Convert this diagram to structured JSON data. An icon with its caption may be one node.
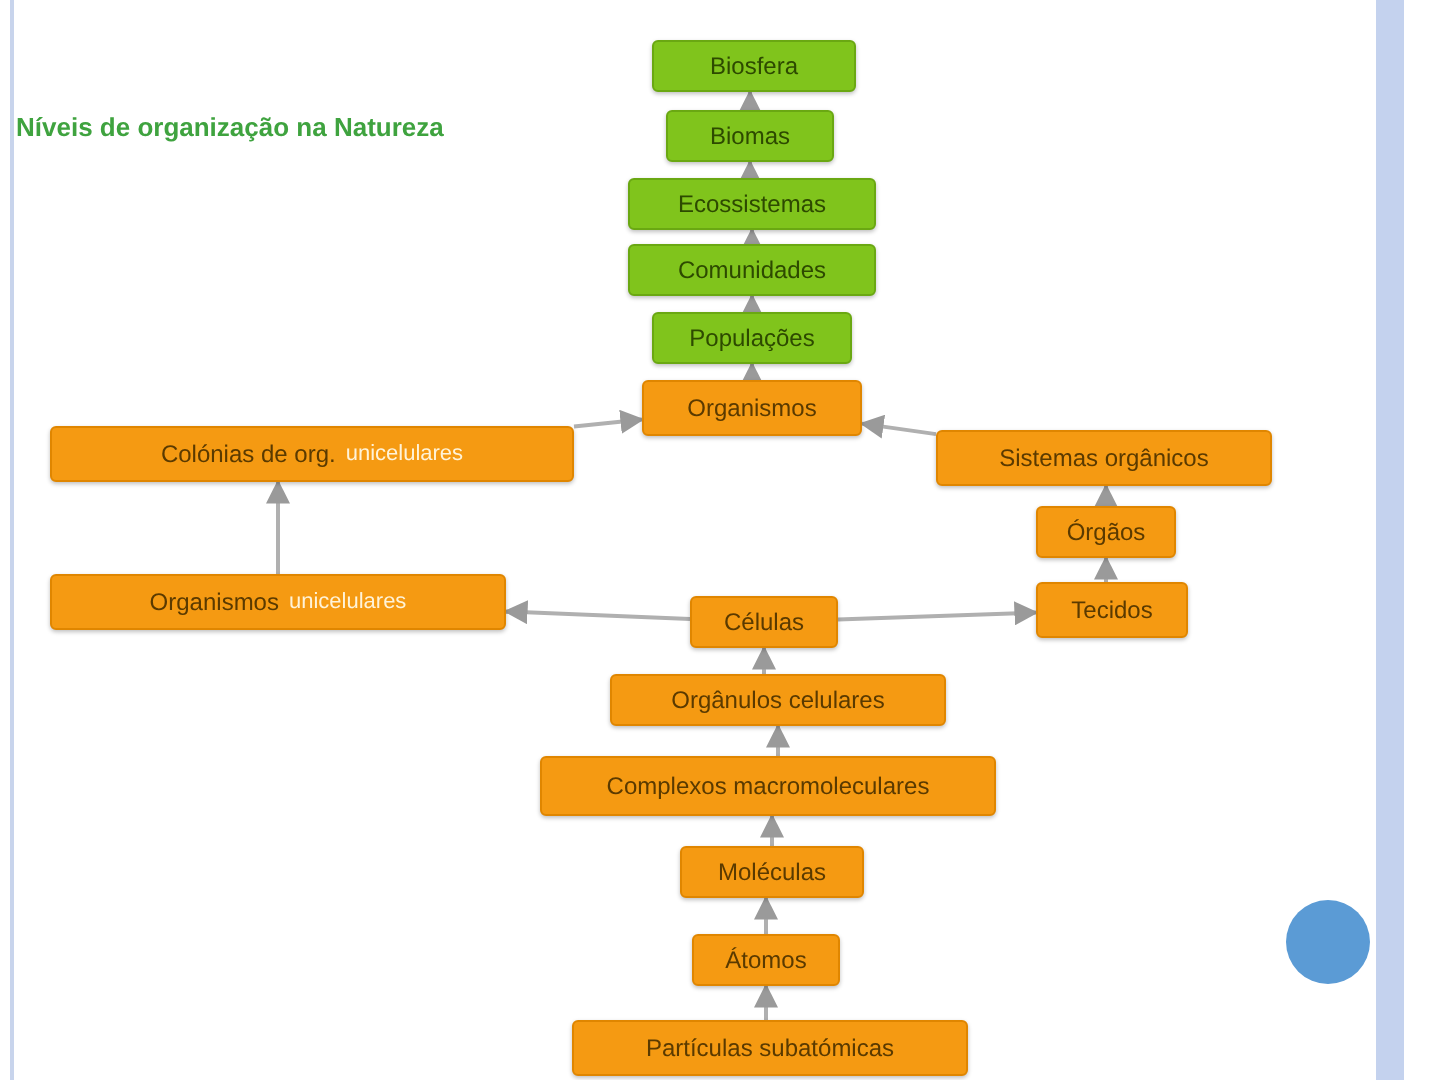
{
  "diagram": {
    "title": "Níveis de organização na Natureza",
    "nodes": [
      {
        "text": [
          "Biosfera"
        ]
      },
      {
        "text": [
          "Biomas"
        ]
      },
      {
        "text": [
          "Ecossistemas"
        ]
      },
      {
        "text": [
          "Comunidades"
        ]
      },
      {
        "text": [
          "Populações"
        ]
      },
      {
        "text": [
          "Organismos"
        ]
      },
      {
        "text": [
          "Colónias de org.",
          "unicelulares"
        ]
      },
      {
        "text": [
          "Sistemas orgânicos"
        ]
      },
      {
        "text": [
          "Órgãos"
        ]
      },
      {
        "text": [
          "Organismos",
          "unicelulares"
        ]
      },
      {
        "text": [
          "Células"
        ]
      },
      {
        "text": [
          "Tecidos"
        ]
      },
      {
        "text": [
          "Orgânulos celulares"
        ]
      },
      {
        "text": [
          "Complexos macromoleculares"
        ]
      },
      {
        "text": [
          "Moléculas"
        ]
      },
      {
        "text": [
          "Átomos"
        ]
      },
      {
        "text": [
          "Partículas subatómicas"
        ]
      }
    ],
    "edges": [
      {
        "from": 16,
        "to": 15,
        "arrow": "to"
      },
      {
        "from": 15,
        "to": 14,
        "arrow": "to"
      },
      {
        "from": 14,
        "to": 13,
        "arrow": "to"
      },
      {
        "from": 13,
        "to": 12,
        "arrow": "to"
      },
      {
        "from": 12,
        "to": 10,
        "arrow": "to"
      },
      {
        "from": 10,
        "to": 9,
        "arrow": "to"
      },
      {
        "from": 10,
        "to": 11,
        "arrow": "to"
      },
      {
        "from": 9,
        "to": 6,
        "arrow": "to"
      },
      {
        "from": 11,
        "to": 8,
        "arrow": "to"
      },
      {
        "from": 8,
        "to": 7,
        "arrow": "to"
      },
      {
        "from": 6,
        "to": 5,
        "arrow": "to"
      },
      {
        "from": 7,
        "to": 5,
        "arrow": "to"
      },
      {
        "from": 5,
        "to": 4,
        "arrow": "to"
      },
      {
        "from": 4,
        "to": 3,
        "arrow": "to"
      },
      {
        "from": 3,
        "to": 2,
        "arrow": "to"
      },
      {
        "from": 2,
        "to": 1,
        "arrow": "to"
      },
      {
        "from": 1,
        "to": 0,
        "arrow": "to"
      }
    ]
  }
}
